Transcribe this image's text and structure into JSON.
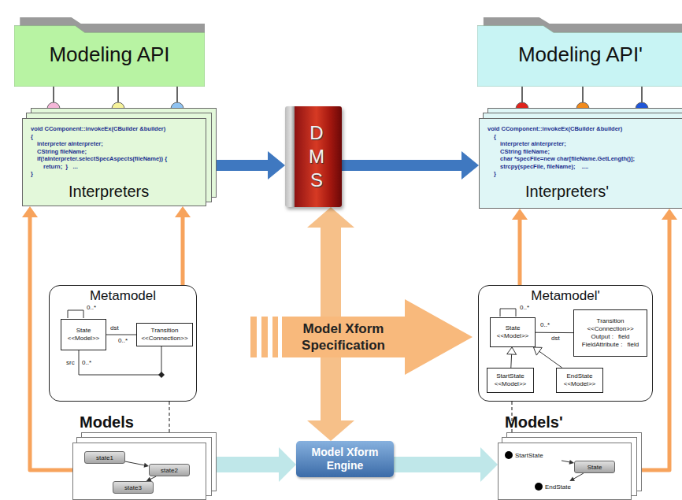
{
  "diagram": {
    "nodes": [
      {
        "text": [
          "Modeling API"
        ]
      },
      {
        "text": [
          "void CComponent::invokeEx(CBuilder &builder)",
          "{",
          "interpreter aInterpreter;",
          "CString fileName;",
          "if(!aInterpreter.selectSpecAspects(fileName)) {",
          "return;  }   ...",
          "}",
          "Interpreters"
        ]
      },
      {
        "text": [
          "D",
          "M",
          "S"
        ]
      },
      {
        "text": [
          "Modeling API'"
        ]
      },
      {
        "text": [
          "void CComponent::invokeEx(CBuilder &builder)",
          "{",
          "interpreter aInterpreter;",
          "CString fileName;",
          "char *specFile=new char[fileName.GetLength()];",
          "strcpy(specFile, fileName);    ....",
          "}",
          "Interpreters'"
        ]
      },
      {
        "text": [
          "Metamodel"
        ]
      },
      {
        "text": [
          "State",
          "<<Model>>"
        ],
        "in": 5
      },
      {
        "text": [
          "Transition",
          "<<Connection>>"
        ],
        "in": 5
      },
      {
        "text": [
          "Model Xform Specification"
        ]
      },
      {
        "text": [
          "Metamodel'"
        ]
      },
      {
        "text": [
          "State",
          "<<Model>>"
        ],
        "in": 9
      },
      {
        "text": [
          "Transition",
          "<<Connection>>",
          "Output :",
          "field",
          "FieldAttribute :",
          "field"
        ],
        "in": 9
      },
      {
        "text": [
          "StartState",
          "<<Model>>"
        ],
        "in": 9
      },
      {
        "text": [
          "EndState",
          "<<Model>>"
        ],
        "in": 9
      },
      {
        "text": [
          "Models"
        ]
      },
      {
        "text": [
          "state1"
        ],
        "in": 14
      },
      {
        "text": [
          "state2"
        ],
        "in": 14
      },
      {
        "text": [
          "state3"
        ],
        "in": 14
      },
      {
        "text": [
          "Model Xform Engine"
        ]
      },
      {
        "text": [
          "Models'"
        ]
      },
      {
        "text": [
          "StartState"
        ],
        "in": 19
      },
      {
        "text": [
          "State"
        ],
        "in": 19
      },
      {
        "text": [
          "EndState"
        ],
        "in": 19
      }
    ],
    "edges": [
      {
        "from": 0,
        "to": 1,
        "arrow": "none"
      },
      {
        "from": 0,
        "to": 1,
        "arrow": "none"
      },
      {
        "from": 0,
        "to": 1,
        "arrow": "none"
      },
      {
        "from": 1,
        "to": 2,
        "arrow": "to"
      },
      {
        "from": 2,
        "to": 4,
        "arrow": "to"
      },
      {
        "from": 3,
        "to": 4,
        "arrow": "none"
      },
      {
        "from": 3,
        "to": 4,
        "arrow": "none"
      },
      {
        "from": 3,
        "to": 4,
        "arrow": "none"
      },
      {
        "from": 5,
        "to": 1,
        "arrow": "to"
      },
      {
        "from": 14,
        "to": 1,
        "arrow": "to"
      },
      {
        "from": 9,
        "to": 4,
        "arrow": "to"
      },
      {
        "from": 19,
        "to": 4,
        "arrow": "to"
      },
      {
        "from": 5,
        "to": 14,
        "arrow": "to"
      },
      {
        "from": 9,
        "to": 19,
        "arrow": "to"
      },
      {
        "from": 2,
        "to": 18,
        "arrow": "both"
      },
      {
        "from": 14,
        "to": 18,
        "arrow": "to"
      },
      {
        "from": 18,
        "to": 19,
        "arrow": "to"
      },
      {
        "from": 6,
        "to": 7,
        "arrow": "none"
      },
      {
        "from": 10,
        "to": 11,
        "arrow": "none"
      },
      {
        "from": 12,
        "to": 10,
        "arrow": "to"
      },
      {
        "from": 13,
        "to": 10,
        "arrow": "to"
      },
      {
        "from": 15,
        "to": 16,
        "arrow": "to"
      },
      {
        "from": 16,
        "to": 17,
        "arrow": "to"
      },
      {
        "from": 20,
        "to": 21,
        "arrow": "to"
      },
      {
        "from": 21,
        "to": 22,
        "arrow": "to"
      }
    ],
    "labels": [
      "0..*",
      "dst",
      "0..*",
      "src",
      "0..*",
      "0..*",
      "0..*",
      "dst"
    ]
  }
}
